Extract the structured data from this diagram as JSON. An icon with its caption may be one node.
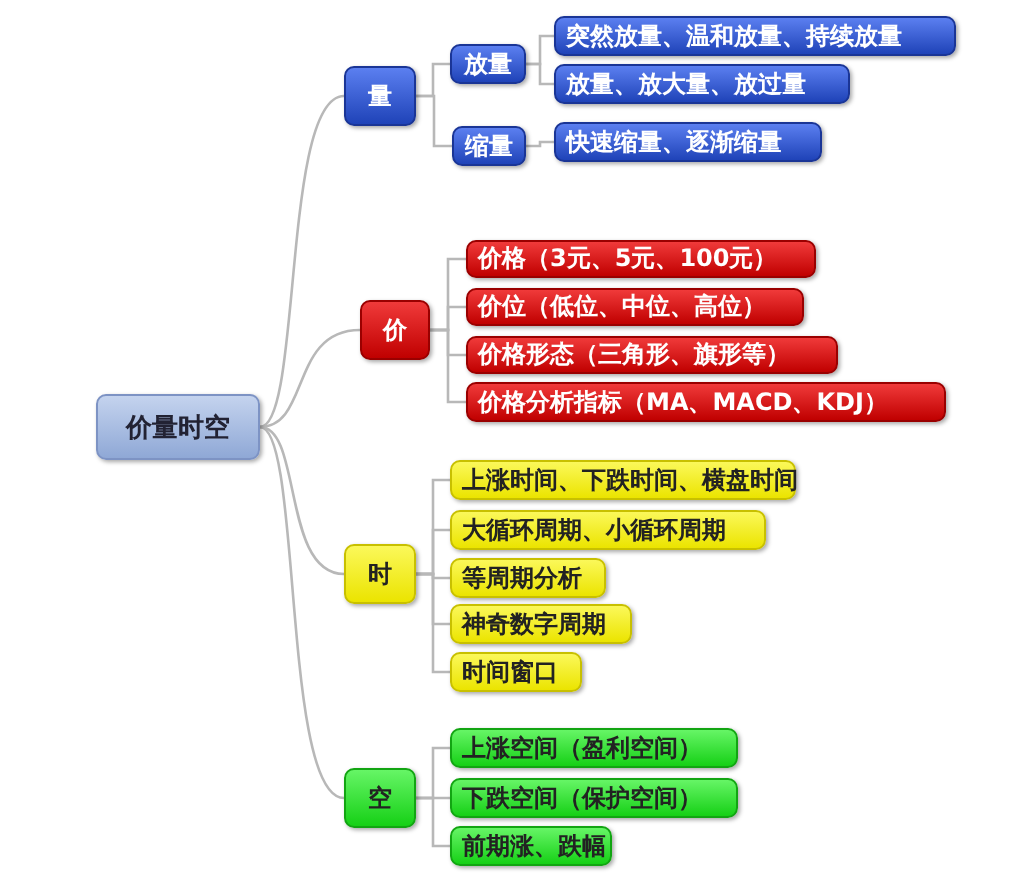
{
  "diagram": {
    "nodes": [
      {
        "text": [
          "价量时空"
        ]
      },
      {
        "text": [
          "量"
        ]
      },
      {
        "text": [
          "放量"
        ]
      },
      {
        "text": [
          "突然放量、温和放量、持续放量"
        ]
      },
      {
        "text": [
          "放量、放大量、放过量"
        ]
      },
      {
        "text": [
          "缩量"
        ]
      },
      {
        "text": [
          "快速缩量、逐渐缩量"
        ]
      },
      {
        "text": [
          "价"
        ]
      },
      {
        "text": [
          "价格（3元、5元、100元）"
        ]
      },
      {
        "text": [
          "价位（低位、中位、高位）"
        ]
      },
      {
        "text": [
          "价格形态（三角形、旗形等）"
        ]
      },
      {
        "text": [
          "价格分析指标（MA、MACD、KDJ）"
        ]
      },
      {
        "text": [
          "时"
        ]
      },
      {
        "text": [
          "上涨时间、下跌时间、横盘时间"
        ]
      },
      {
        "text": [
          "大循环周期、小循环周期"
        ]
      },
      {
        "text": [
          "等周期分析"
        ]
      },
      {
        "text": [
          "神奇数字周期"
        ]
      },
      {
        "text": [
          "时间窗口"
        ]
      },
      {
        "text": [
          "空"
        ]
      },
      {
        "text": [
          "上涨空间（盈利空间）"
        ]
      },
      {
        "text": [
          "下跌空间（保护空间）"
        ]
      },
      {
        "text": [
          "前期涨、跌幅"
        ]
      }
    ],
    "edges": [
      {
        "from": 0,
        "to": 1,
        "arrow": "none"
      },
      {
        "from": 0,
        "to": 7,
        "arrow": "none"
      },
      {
        "from": 0,
        "to": 12,
        "arrow": "none"
      },
      {
        "from": 0,
        "to": 18,
        "arrow": "none"
      },
      {
        "from": 1,
        "to": 2,
        "arrow": "none"
      },
      {
        "from": 1,
        "to": 5,
        "arrow": "none"
      },
      {
        "from": 2,
        "to": 3,
        "arrow": "none"
      },
      {
        "from": 2,
        "to": 4,
        "arrow": "none"
      },
      {
        "from": 5,
        "to": 6,
        "arrow": "none"
      },
      {
        "from": 7,
        "to": 8,
        "arrow": "none"
      },
      {
        "from": 7,
        "to": 9,
        "arrow": "none"
      },
      {
        "from": 7,
        "to": 10,
        "arrow": "none"
      },
      {
        "from": 7,
        "to": 11,
        "arrow": "none"
      },
      {
        "from": 12,
        "to": 13,
        "arrow": "none"
      },
      {
        "from": 12,
        "to": 14,
        "arrow": "none"
      },
      {
        "from": 12,
        "to": 15,
        "arrow": "none"
      },
      {
        "from": 12,
        "to": 16,
        "arrow": "none"
      },
      {
        "from": 12,
        "to": 17,
        "arrow": "none"
      },
      {
        "from": 18,
        "to": 19,
        "arrow": "none"
      },
      {
        "from": 18,
        "to": 20,
        "arrow": "none"
      },
      {
        "from": 18,
        "to": 21,
        "arrow": "none"
      }
    ]
  }
}
